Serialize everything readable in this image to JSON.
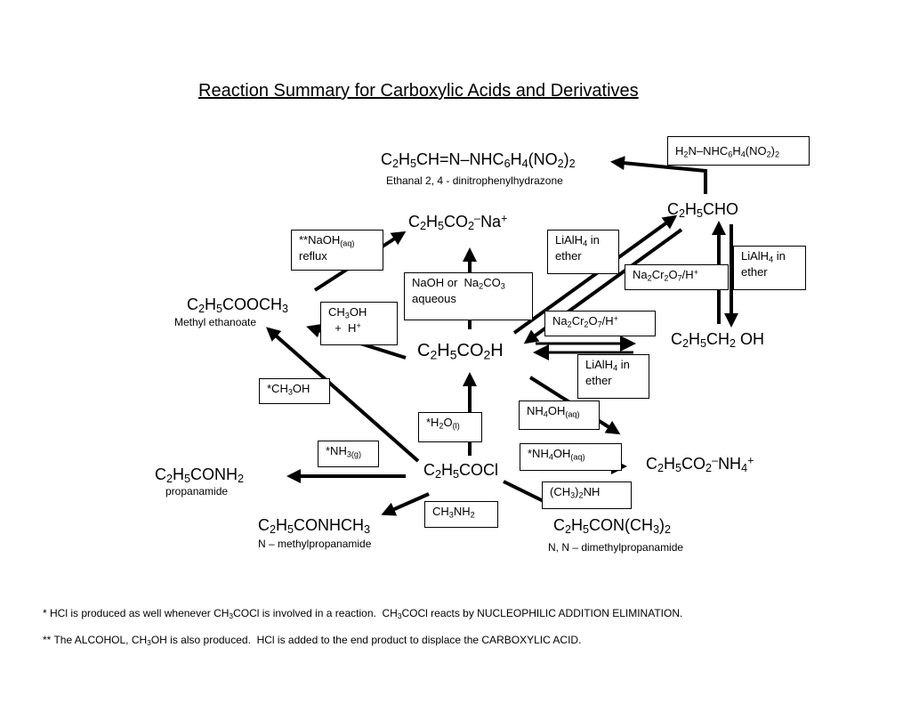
{
  "title": "Reaction Summary for Carboxylic Acids and Derivatives",
  "compounds": {
    "hydrazone": "C<sub>2</sub>H<sub>5</sub>CH=N–NHC<sub>6</sub>H<sub>4</sub>(NO<sub>2</sub>)<sub>2</sub>",
    "hydrazone_name": "Ethanal 2, 4 - dinitrophenylhydrazone",
    "salt_na": "C<sub>2</sub>H<sub>5</sub>CO<sub>2</sub><sup>–</sup>Na<sup>+</sup>",
    "aldehyde": "C<sub>2</sub>H<sub>5</sub>CHO",
    "ester": "C<sub>2</sub>H<sub>5</sub>COOCH<sub>3</sub>",
    "ester_name": "Methyl ethanoate",
    "acid": "C<sub>2</sub>H<sub>5</sub>CO<sub>2</sub>H",
    "alcohol": "C<sub>2</sub>H<sub>5</sub>CH<sub>2</sub> OH",
    "salt_nh4": "C<sub>2</sub>H<sub>5</sub>CO<sub>2</sub><sup>–</sup>NH<sub>4</sub><sup>+</sup>",
    "amide": "C<sub>2</sub>H<sub>5</sub>CONH<sub>2</sub>",
    "amide_name": "propanamide",
    "acyl_chloride": "C<sub>2</sub>H<sub>5</sub>COCl",
    "n_methyl": "C<sub>2</sub>H<sub>5</sub>CONHCH<sub>3</sub>",
    "n_methyl_name": "N – methylpropanamide",
    "nn_dimethyl": "C<sub>2</sub>H<sub>5</sub>CON(CH<sub>3</sub>)<sub>2</sub>",
    "nn_dimethyl_name": "N, N – dimethylpropanamide"
  },
  "reagents": {
    "dnph": "H<sub>2</sub>N–NHC<sub>6</sub>H<sub>4</sub>(NO<sub>2</sub>)<sub>2</sub>",
    "naoh_reflux": "**NaOH<sub>(aq)</sub><br>reflux",
    "lialh4_left": "LiAlH<sub>4</sub> in<br>ether",
    "naoh_na2co3": "NaOH or &nbsp;Na<sub>2</sub>CO<sub>3</sub><br>aqueous",
    "dichromate_top": "Na<sub>2</sub>Cr<sub>2</sub>O<sub>7</sub>/H<sup>+</sup>",
    "lialh4_right": "LiAlH<sub>4</sub> in<br>ether",
    "ch3oh_h": "CH<sub>3</sub>OH<br>&nbsp;&nbsp;+ &nbsp;H<sup>+</sup>",
    "dichromate_mid": "Na<sub>2</sub>Cr<sub>2</sub>O<sub>7</sub>/H<sup>+</sup>",
    "lialh4_mid": "LiAlH<sub>4</sub> in<br>ether",
    "ch3oh_star": "*CH<sub>3</sub>OH",
    "nh4oh_top": "NH<sub>4</sub>OH<sub>(aq)</sub>",
    "h2o": "*H<sub>2</sub>O<sub>(l)</sub>",
    "nh3": "*NH<sub>3(g)</sub>",
    "nh4oh_star": "*NH<sub>4</sub>OH<sub>(aq)</sub>",
    "dimethylamine": "(CH<sub>3</sub>)<sub>2</sub>NH",
    "methylamine": "CH<sub>3</sub>NH<sub>2</sub>"
  },
  "notes": {
    "note1": "* HCl is produced as well whenever CH<sub>3</sub>COCl is involved in a reaction. &nbsp;CH<sub>3</sub>COCl reacts by NUCLEOPHILIC ADDITION ELIMINATION.",
    "note2": "** The ALCOHOL, CH<sub>3</sub>OH is also produced. &nbsp;HCl is added to the end product to displace the CARBOXYLIC ACID."
  }
}
